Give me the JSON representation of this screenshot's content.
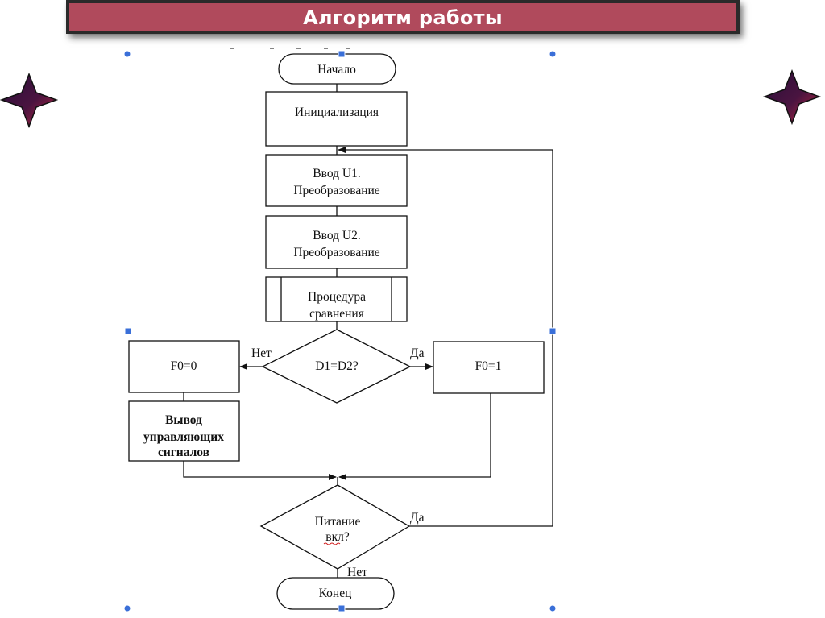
{
  "slide": {
    "title": "Алгоритм работы"
  },
  "flowchart": {
    "start": "Начало",
    "init": "Инициализация",
    "input_u1": [
      "Ввод U1.",
      "Преобразование"
    ],
    "input_u2": [
      "Ввод U2.",
      "Преобразование"
    ],
    "compare_proc": [
      "Процедура",
      "сравнения"
    ],
    "decision_d": "D1=D2?",
    "branch_no": "Нет",
    "branch_yes": "Да",
    "f0_zero": "F0=0",
    "f0_one": "F0=1",
    "output_signals": [
      "Вывод",
      "управляющих",
      "сигналов"
    ],
    "decision_power": [
      "Питание",
      "вкл?"
    ],
    "power_yes": "Да",
    "power_no": "Нет",
    "end": "Конец"
  },
  "colors": {
    "title_bg": "#b04a5c",
    "star_fill_dark": "#2a0f3a",
    "star_fill_red": "#b5243a",
    "handle": "#3a6fd8"
  }
}
